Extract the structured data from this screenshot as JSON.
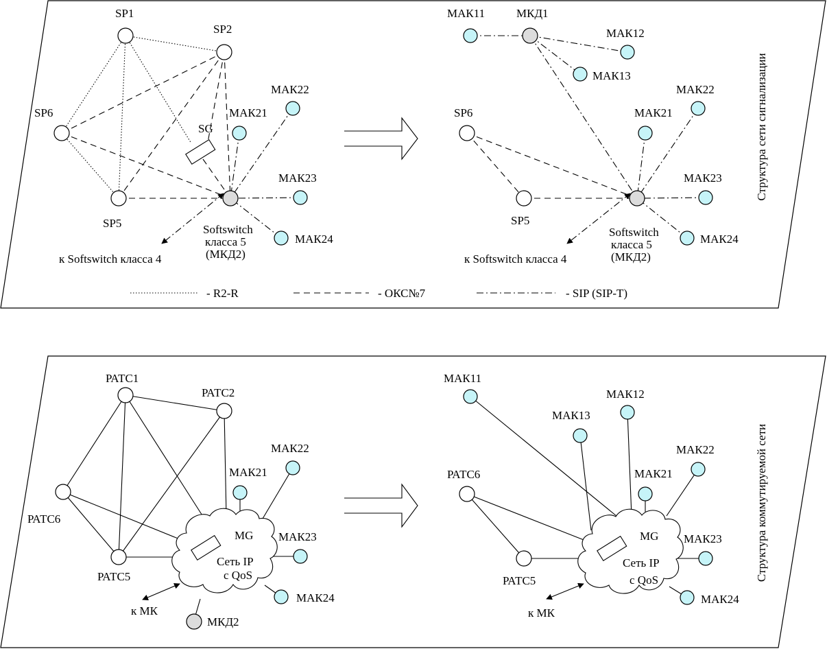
{
  "colors": {
    "mak_fill": "#c6f4f8",
    "mkd_fill": "#dcdcdc",
    "plain_fill": "#ffffff",
    "line": "#000000"
  },
  "signaling": {
    "vertical_title": "Структура сети сигнализации",
    "left": {
      "sp1": "SP1",
      "sp2": "SP2",
      "sp6": "SP6",
      "sp5": "SP5",
      "sg": "SG",
      "mak21": "МАК21",
      "mak22": "МАК22",
      "mak23": "МАК23",
      "mak24": "МАК24",
      "softswitch": [
        "Softswitch",
        "класса 5",
        "(МКД2)"
      ],
      "to_class4": "к Softswitch класса 4"
    },
    "right": {
      "mak11": "МАК11",
      "mkd1": "МКД1",
      "mak12": "МАК12",
      "mak13": "МАК13",
      "sp6": "SP6",
      "sp5": "SP5",
      "mak21": "МАК21",
      "mak22": "МАК22",
      "mak23": "МАК23",
      "mak24": "МАК24",
      "softswitch": [
        "Softswitch",
        "класса 5",
        "(МКД2)"
      ],
      "to_class4": "к Softswitch класса 4"
    },
    "legend": {
      "r2r": "- R2-R",
      "oks7": "- ОКС№7",
      "sip": "- SIP (SIP-T)"
    }
  },
  "switched": {
    "vertical_title": "Структура коммутируемой сети",
    "left": {
      "patc1": "РАТС1",
      "patc2": "РАТС2",
      "patc6": "РАТС6",
      "patc5": "РАТС5",
      "mak21": "МАК21",
      "mak22": "МАК22",
      "mak23": "МАК23",
      "mak24": "МАК24",
      "mg": "MG",
      "ip_net": [
        "Сеть IP",
        "с QoS"
      ],
      "to_mk": "к МК",
      "mkd2": "МКД2"
    },
    "right": {
      "mak11": "МАК11",
      "mak12": "МАК12",
      "mak13": "МАК13",
      "patc6": "РАТС6",
      "patc5": "РАТС5",
      "mak21": "МАК21",
      "mak22": "МАК22",
      "mak23": "МАК23",
      "mak24": "МАК24",
      "mg": "MG",
      "ip_net": [
        "Сеть IP",
        "с QoS"
      ],
      "to_mk": "к МК"
    }
  }
}
